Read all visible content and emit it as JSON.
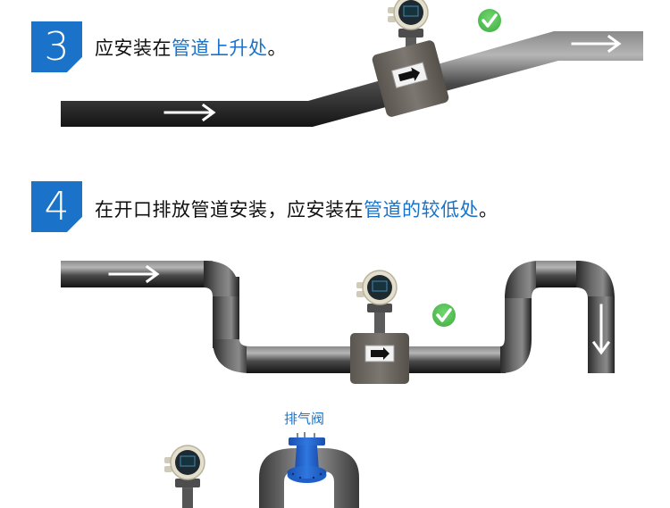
{
  "colors": {
    "accent_blue": "#1a73c8",
    "check_green": "#5bc85b",
    "pipe_dark": "#1f1f1f",
    "pipe_light": "#a8a8a8",
    "valve_blue": "#1e62c8"
  },
  "sections": [
    {
      "step_number": "3",
      "title_parts": [
        {
          "text": "应安装在",
          "highlight": false
        },
        {
          "text": "管道上升处",
          "highlight": true
        },
        {
          "text": "。",
          "highlight": false
        }
      ],
      "diagram": "rising pipe with flowmeter on upward slope",
      "flow_arrows": [
        "right",
        "right"
      ],
      "status_icon": "check-icon"
    },
    {
      "step_number": "4",
      "title_parts": [
        {
          "text": "在开口排放管道安装，应安装在",
          "highlight": false
        },
        {
          "text": "管道的较低处",
          "highlight": true
        },
        {
          "text": "。",
          "highlight": false
        }
      ],
      "diagram": "open discharge pipe with flowmeter at lowest point",
      "flow_arrows": [
        "right",
        "down"
      ],
      "status_icon": "check-icon"
    }
  ],
  "section5_partial": {
    "valve_label": "排气阀"
  }
}
